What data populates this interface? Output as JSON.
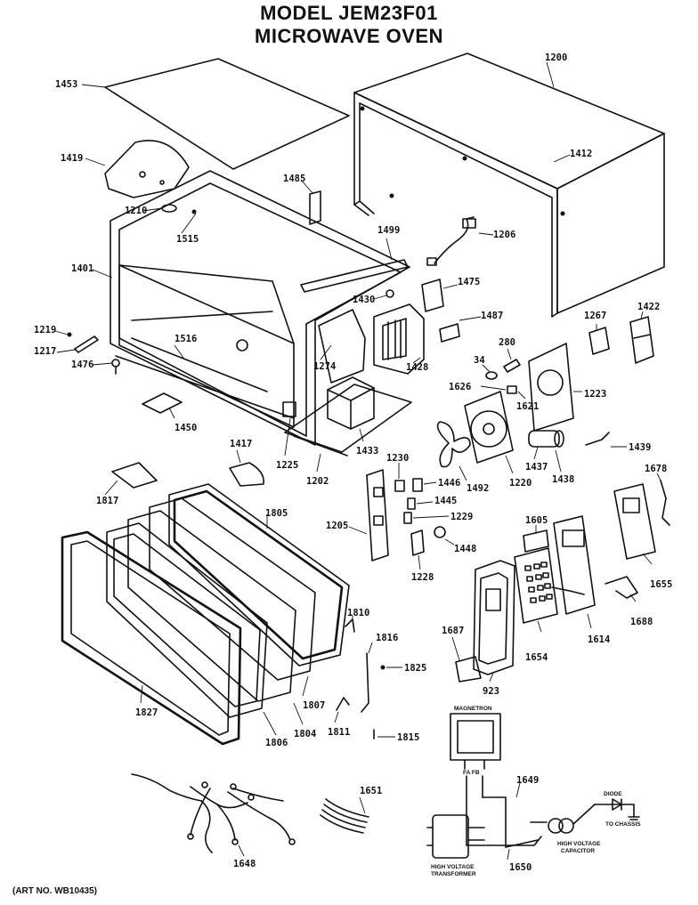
{
  "title": {
    "line1": "MODEL JEM23F01",
    "line2": "MICROWAVE OVEN"
  },
  "art_number": "(ART NO. WB10435)",
  "schematic": {
    "magnetron": "MAGNETRON",
    "fa_fb": "FA FB",
    "diode": "DIODE",
    "to_chassis": "TO CHASSIS",
    "high_voltage_capacitor": [
      "HIGH VOLTAGE",
      "CAPACITOR"
    ],
    "high_voltage_transformer": [
      "HIGH VOLTAGE",
      "TRANSFORMER"
    ]
  },
  "callouts": [
    {
      "id": "c1453",
      "label": "1453"
    },
    {
      "id": "c1200",
      "label": "1200"
    },
    {
      "id": "c1419",
      "label": "1419"
    },
    {
      "id": "c1412",
      "label": "1412"
    },
    {
      "id": "c1485",
      "label": "1485"
    },
    {
      "id": "c1210",
      "label": "1210"
    },
    {
      "id": "c1515",
      "label": "1515"
    },
    {
      "id": "c1499",
      "label": "1499"
    },
    {
      "id": "c1206",
      "label": "1206"
    },
    {
      "id": "c1401",
      "label": "1401"
    },
    {
      "id": "c1475",
      "label": "1475"
    },
    {
      "id": "c1430",
      "label": "1430"
    },
    {
      "id": "c1487",
      "label": "1487"
    },
    {
      "id": "c1267",
      "label": "1267"
    },
    {
      "id": "c1422",
      "label": "1422"
    },
    {
      "id": "c1219",
      "label": "1219"
    },
    {
      "id": "c1217",
      "label": "1217"
    },
    {
      "id": "c1516",
      "label": "1516"
    },
    {
      "id": "c1476",
      "label": "1476"
    },
    {
      "id": "c1274",
      "label": "1274"
    },
    {
      "id": "c1428",
      "label": "1428"
    },
    {
      "id": "c34",
      "label": "34"
    },
    {
      "id": "c280",
      "label": "280"
    },
    {
      "id": "c1626",
      "label": "1626"
    },
    {
      "id": "c1223",
      "label": "1223"
    },
    {
      "id": "c1621",
      "label": "1621"
    },
    {
      "id": "c1450",
      "label": "1450"
    },
    {
      "id": "c1417",
      "label": "1417"
    },
    {
      "id": "c1225",
      "label": "1225"
    },
    {
      "id": "c1433",
      "label": "1433"
    },
    {
      "id": "c1202",
      "label": "1202"
    },
    {
      "id": "c1230",
      "label": "1230"
    },
    {
      "id": "c1446",
      "label": "1446"
    },
    {
      "id": "c1492",
      "label": "1492"
    },
    {
      "id": "c1220",
      "label": "1220"
    },
    {
      "id": "c1437",
      "label": "1437"
    },
    {
      "id": "c1438",
      "label": "1438"
    },
    {
      "id": "c1439",
      "label": "1439"
    },
    {
      "id": "c1817",
      "label": "1817"
    },
    {
      "id": "c1445",
      "label": "1445"
    },
    {
      "id": "c1229",
      "label": "1229"
    },
    {
      "id": "c1678",
      "label": "1678"
    },
    {
      "id": "c1805",
      "label": "1805"
    },
    {
      "id": "c1205",
      "label": "1205"
    },
    {
      "id": "c1448",
      "label": "1448"
    },
    {
      "id": "c1605",
      "label": "1605"
    },
    {
      "id": "c1228",
      "label": "1228"
    },
    {
      "id": "c1655",
      "label": "1655"
    },
    {
      "id": "c1810",
      "label": "1810"
    },
    {
      "id": "c1816",
      "label": "1816"
    },
    {
      "id": "c1687",
      "label": "1687"
    },
    {
      "id": "c1688",
      "label": "1688"
    },
    {
      "id": "c1825",
      "label": "1825"
    },
    {
      "id": "c1654",
      "label": "1654"
    },
    {
      "id": "c1614",
      "label": "1614"
    },
    {
      "id": "c923",
      "label": "923"
    },
    {
      "id": "c1827",
      "label": "1827"
    },
    {
      "id": "c1807",
      "label": "1807"
    },
    {
      "id": "c1811",
      "label": "1811"
    },
    {
      "id": "c1815",
      "label": "1815"
    },
    {
      "id": "c1806",
      "label": "1806"
    },
    {
      "id": "c1804",
      "label": "1804"
    },
    {
      "id": "c1649",
      "label": "1649"
    },
    {
      "id": "c1651",
      "label": "1651"
    },
    {
      "id": "c1648",
      "label": "1648"
    },
    {
      "id": "c1650",
      "label": "1650"
    }
  ]
}
